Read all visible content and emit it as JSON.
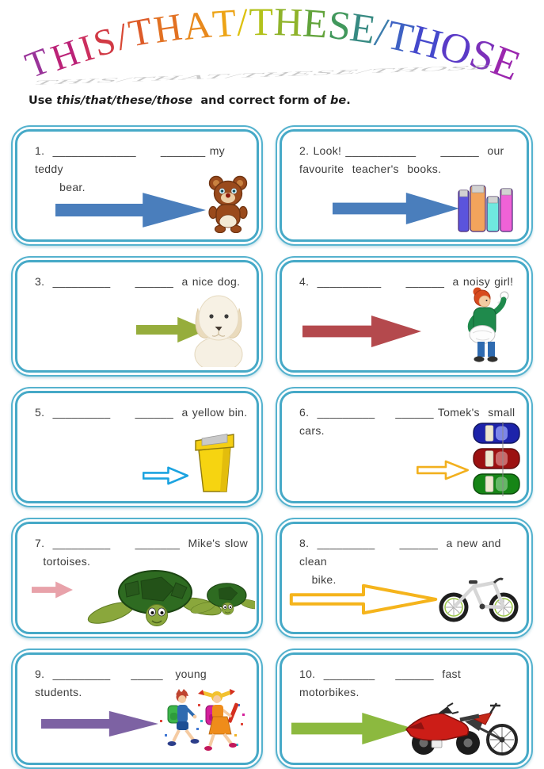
{
  "header": {
    "title": "THIS/THAT/THESE/THOSE",
    "title_letters": [
      {
        "ch": "T",
        "color": "#993399"
      },
      {
        "ch": "H",
        "color": "#bb2277"
      },
      {
        "ch": "I",
        "color": "#cc2f5e"
      },
      {
        "ch": "S",
        "color": "#d13a45"
      },
      {
        "ch": "/",
        "color": "#d84733"
      },
      {
        "ch": "T",
        "color": "#dd5b28"
      },
      {
        "ch": "H",
        "color": "#e27122"
      },
      {
        "ch": "A",
        "color": "#e8891d"
      },
      {
        "ch": "T",
        "color": "#eda416"
      },
      {
        "ch": "/",
        "color": "#ddc10e"
      },
      {
        "ch": "T",
        "color": "#b3c21c"
      },
      {
        "ch": "H",
        "color": "#8fb32a"
      },
      {
        "ch": "E",
        "color": "#61a33a"
      },
      {
        "ch": "S",
        "color": "#41985c"
      },
      {
        "ch": "E",
        "color": "#378a82"
      },
      {
        "ch": "/",
        "color": "#3d7dad"
      },
      {
        "ch": "T",
        "color": "#3f62c4"
      },
      {
        "ch": "H",
        "color": "#4549cc"
      },
      {
        "ch": "O",
        "color": "#5a3ac7"
      },
      {
        "ch": "S",
        "color": "#7c30ba"
      },
      {
        "ch": "E",
        "color": "#9b27ae"
      }
    ]
  },
  "instruction": {
    "use": "Use ",
    "demonstratives": "this/that/these/those",
    "middle": "  and correct form of ",
    "be": "be",
    "period": "."
  },
  "boxes": [
    {
      "number": 1,
      "text": "1.  _____________      _______ my teddy\n      bear.",
      "arrow": {
        "style": "filled",
        "color": "#4a7ebc"
      },
      "image": "teddy bear"
    },
    {
      "number": 2,
      "text": "2. Look! ___________      ______  our\nfavourite  teacher's  books.",
      "arrow": {
        "style": "filled",
        "color": "#4a7ebc"
      },
      "image": "books",
      "books": [
        "#5b54dd",
        "#f2a45c",
        "#6fe8df",
        "#ef62d7"
      ]
    },
    {
      "number": 3,
      "text": "3.  _________      ______  a nice dog.",
      "arrow": {
        "style": "filled",
        "color": "#96ad3c"
      },
      "image": "nice dog"
    },
    {
      "number": 4,
      "text": "4.  __________      ______  a noisy girl!",
      "arrow": {
        "style": "filled",
        "color": "#b4494d"
      },
      "image": "noisy girl"
    },
    {
      "number": 5,
      "text": "5.  _________      ______  a yellow bin.",
      "arrow": {
        "style": "outline",
        "color": "#1ba3e0"
      },
      "image": "yellow bin"
    },
    {
      "number": 6,
      "text": "6.  _________     ______ Tomek's  small cars.",
      "arrow": {
        "style": "outline",
        "color": "#f2b01e"
      },
      "image": "small toy cars",
      "cars": [
        "#1d23aa",
        "#9c1111",
        "#168516"
      ]
    },
    {
      "number": 7,
      "text": "7.  _________      _______  Mike's slow\n  tortoises.",
      "arrow": {
        "style": "filled",
        "color": "#e8a2aa"
      },
      "image": "slow tortoises"
    },
    {
      "number": 8,
      "text": "8.  _________      ______  a new and clean\n   bike.",
      "arrow": {
        "style": "outline",
        "color": "#f5b41c"
      },
      "image": "new clean bike"
    },
    {
      "number": 9,
      "text": "9.  _________     _____   young students.",
      "arrow": {
        "style": "filled",
        "color": "#7d62a3"
      },
      "image": "young students"
    },
    {
      "number": 10,
      "text": "10.  ________     ______  fast motorbikes.",
      "arrow": {
        "style": "filled",
        "color": "#8cb93f"
      },
      "image": "fast motorbikes"
    }
  ],
  "colors": {
    "box_border": "#46a9c7",
    "text": "#3c3c3c",
    "shadow_text": "#b4b4b4"
  }
}
